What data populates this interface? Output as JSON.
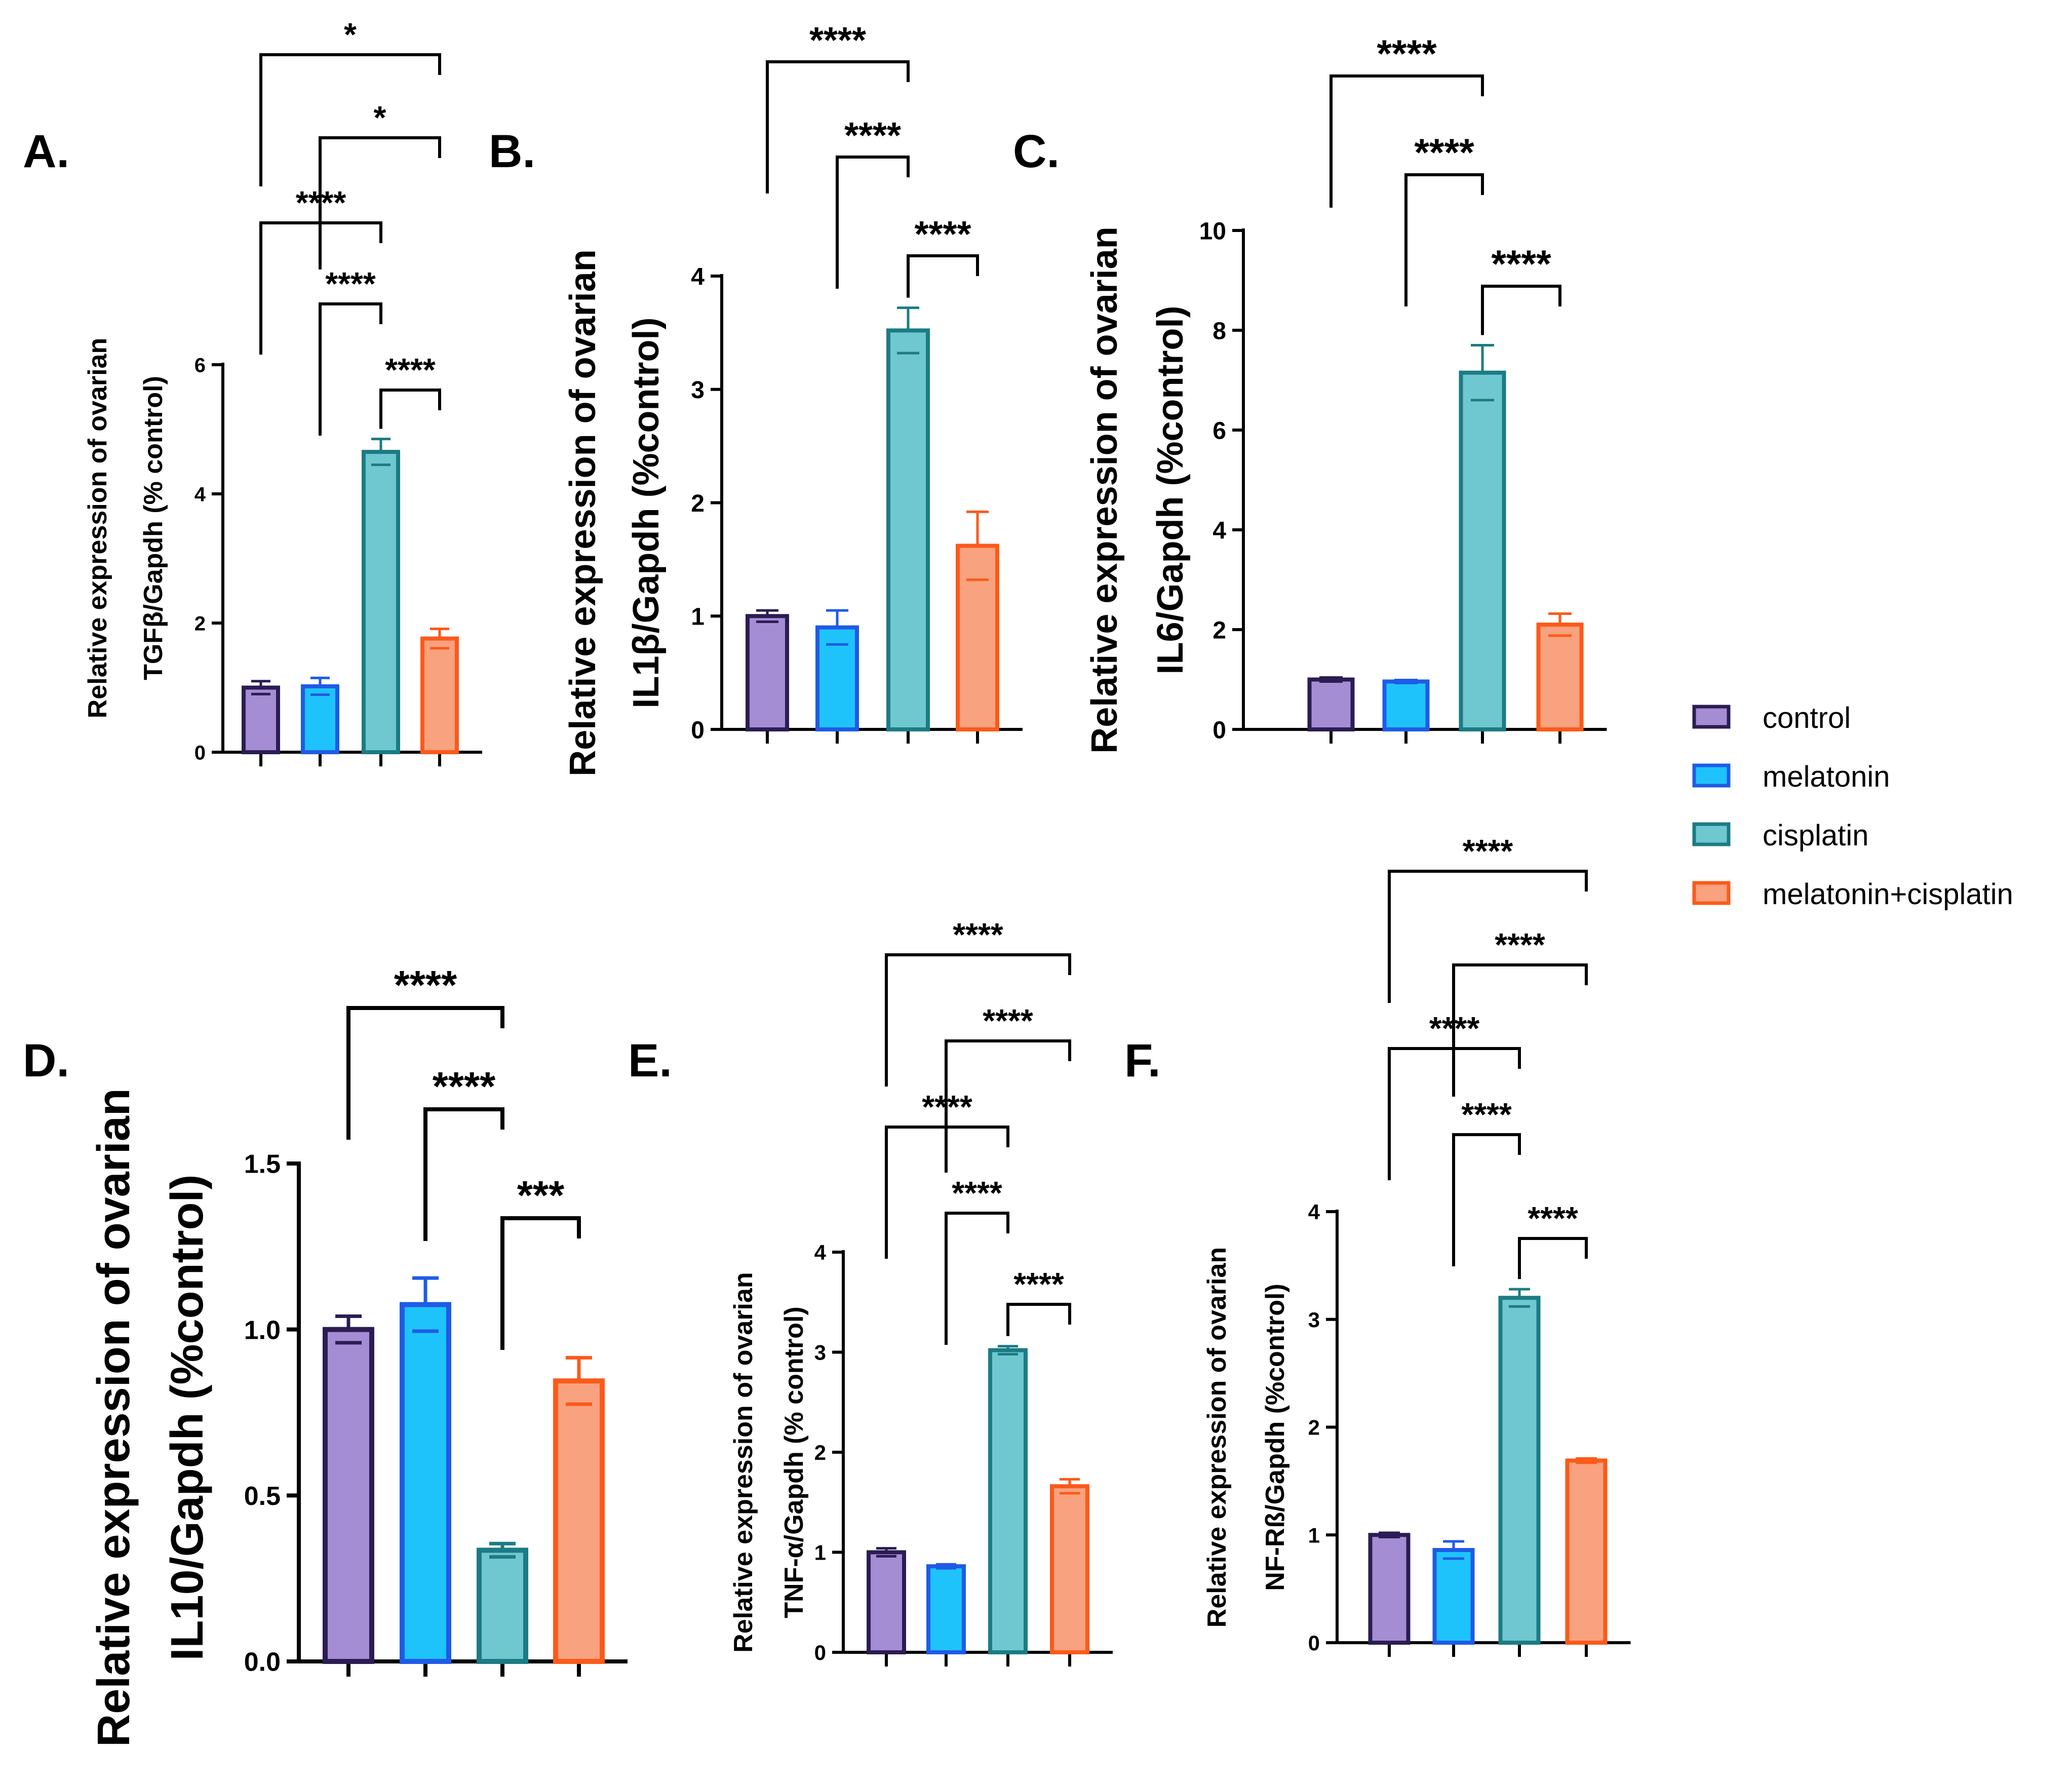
{
  "groups": [
    "control",
    "melatonin",
    "cisplatin",
    "melatonin+cisplatin"
  ],
  "colors": {
    "fill": [
      "#a58dd4",
      "#1fc3fb",
      "#6fc8cf",
      "#f9a27f"
    ],
    "stroke": [
      "#2b1d52",
      "#1f5be6",
      "#1c7b84",
      "#fb5a1a"
    ],
    "axis": "#000000"
  },
  "legend": {
    "items": [
      "control",
      "melatonin",
      "cisplatin",
      "melatonin+cisplatin"
    ]
  },
  "chart_data": [
    {
      "panel": "A.",
      "type": "bar",
      "categories": [
        "control",
        "melatonin",
        "cisplatin",
        "melatonin+cisplatin"
      ],
      "values": [
        1.0,
        1.02,
        4.65,
        1.76
      ],
      "errors": [
        0.1,
        0.13,
        0.2,
        0.15
      ],
      "ylabel_lines": [
        "Relative expression of ovarian",
        "TGFβ/Gapdh (% control)"
      ],
      "ylim": [
        0,
        6
      ],
      "yticks": [
        0,
        2,
        4,
        6
      ],
      "ytick_labels": [
        "0",
        "2",
        "4",
        "6"
      ],
      "significance": [
        {
          "from": 0,
          "to": 3,
          "label": "*"
        },
        {
          "from": 1,
          "to": 3,
          "label": "*"
        },
        {
          "from": 0,
          "to": 2,
          "label": "****"
        },
        {
          "from": 1,
          "to": 2,
          "label": "****"
        },
        {
          "from": 2,
          "to": 3,
          "label": "****"
        }
      ]
    },
    {
      "panel": "B.",
      "type": "bar",
      "categories": [
        "control",
        "melatonin",
        "cisplatin",
        "melatonin+cisplatin"
      ],
      "values": [
        1.0,
        0.9,
        3.52,
        1.62
      ],
      "errors": [
        0.05,
        0.15,
        0.2,
        0.3
      ],
      "ylabel_lines": [
        "Relative expression of ovarian",
        "IL1β/Gapdh (%control)"
      ],
      "ylim": [
        0,
        4
      ],
      "yticks": [
        0,
        1,
        2,
        3,
        4
      ],
      "ytick_labels": [
        "0",
        "1",
        "2",
        "3",
        "4"
      ],
      "significance": [
        {
          "from": 0,
          "to": 2,
          "label": "****"
        },
        {
          "from": 1,
          "to": 2,
          "label": "****"
        },
        {
          "from": 2,
          "to": 3,
          "label": "****"
        }
      ]
    },
    {
      "panel": "C.",
      "type": "bar",
      "categories": [
        "control",
        "melatonin",
        "cisplatin",
        "melatonin+cisplatin"
      ],
      "values": [
        1.0,
        0.96,
        7.15,
        2.1
      ],
      "errors": [
        0.04,
        0.03,
        0.55,
        0.22
      ],
      "ylabel_lines": [
        "Relative expression of ovarian",
        "IL6/Gapdh (%control)"
      ],
      "ylim": [
        0,
        10
      ],
      "yticks": [
        0,
        2,
        4,
        6,
        8,
        10
      ],
      "ytick_labels": [
        "0",
        "2",
        "4",
        "6",
        "8",
        "10"
      ],
      "significance": [
        {
          "from": 0,
          "to": 2,
          "label": "****"
        },
        {
          "from": 1,
          "to": 2,
          "label": "****"
        },
        {
          "from": 2,
          "to": 3,
          "label": "****"
        }
      ]
    },
    {
      "panel": "D.",
      "type": "bar",
      "categories": [
        "control",
        "melatonin",
        "cisplatin",
        "melatonin+cisplatin"
      ],
      "values": [
        1.0,
        1.075,
        0.335,
        0.845
      ],
      "errors": [
        0.04,
        0.08,
        0.02,
        0.07
      ],
      "ylabel_lines": [
        "Relative expression of ovarian",
        "IL10/Gapdh (%control)"
      ],
      "ylim": [
        0,
        1.5
      ],
      "yticks": [
        0,
        0.5,
        1.0,
        1.5
      ],
      "ytick_labels": [
        "0.0",
        "0.5",
        "1.0",
        "1.5"
      ],
      "significance": [
        {
          "from": 0,
          "to": 2,
          "label": "****"
        },
        {
          "from": 1,
          "to": 2,
          "label": "****"
        },
        {
          "from": 2,
          "to": 3,
          "label": "***"
        }
      ]
    },
    {
      "panel": "E.",
      "type": "bar",
      "categories": [
        "control",
        "melatonin",
        "cisplatin",
        "melatonin+cisplatin"
      ],
      "values": [
        1.0,
        0.86,
        3.02,
        1.66
      ],
      "errors": [
        0.04,
        0.02,
        0.04,
        0.07
      ],
      "ylabel_lines": [
        "Relative expression of ovarian",
        "TNF-α/Gapdh (% control)"
      ],
      "ylim": [
        0,
        4
      ],
      "yticks": [
        0,
        1,
        2,
        3,
        4
      ],
      "ytick_labels": [
        "0",
        "1",
        "2",
        "3",
        "4"
      ],
      "significance": [
        {
          "from": 0,
          "to": 3,
          "label": "****"
        },
        {
          "from": 1,
          "to": 3,
          "label": "****"
        },
        {
          "from": 0,
          "to": 2,
          "label": "****"
        },
        {
          "from": 1,
          "to": 2,
          "label": "****"
        },
        {
          "from": 2,
          "to": 3,
          "label": "****"
        }
      ]
    },
    {
      "panel": "F.",
      "type": "bar",
      "categories": [
        "control",
        "melatonin",
        "cisplatin",
        "melatonin+cisplatin"
      ],
      "values": [
        1.0,
        0.86,
        3.2,
        1.69
      ],
      "errors": [
        0.02,
        0.08,
        0.08,
        0.02
      ],
      "ylabel_lines": [
        "Relative expression of ovarian",
        "NF-Rß/Gapdh (%control)"
      ],
      "ylim": [
        0,
        4
      ],
      "yticks": [
        0,
        1,
        2,
        3,
        4
      ],
      "ytick_labels": [
        "0",
        "1",
        "2",
        "3",
        "4"
      ],
      "significance": [
        {
          "from": 0,
          "to": 3,
          "label": "****"
        },
        {
          "from": 1,
          "to": 3,
          "label": "****"
        },
        {
          "from": 0,
          "to": 2,
          "label": "****"
        },
        {
          "from": 1,
          "to": 2,
          "label": "****"
        },
        {
          "from": 2,
          "to": 3,
          "label": "****"
        }
      ]
    }
  ]
}
